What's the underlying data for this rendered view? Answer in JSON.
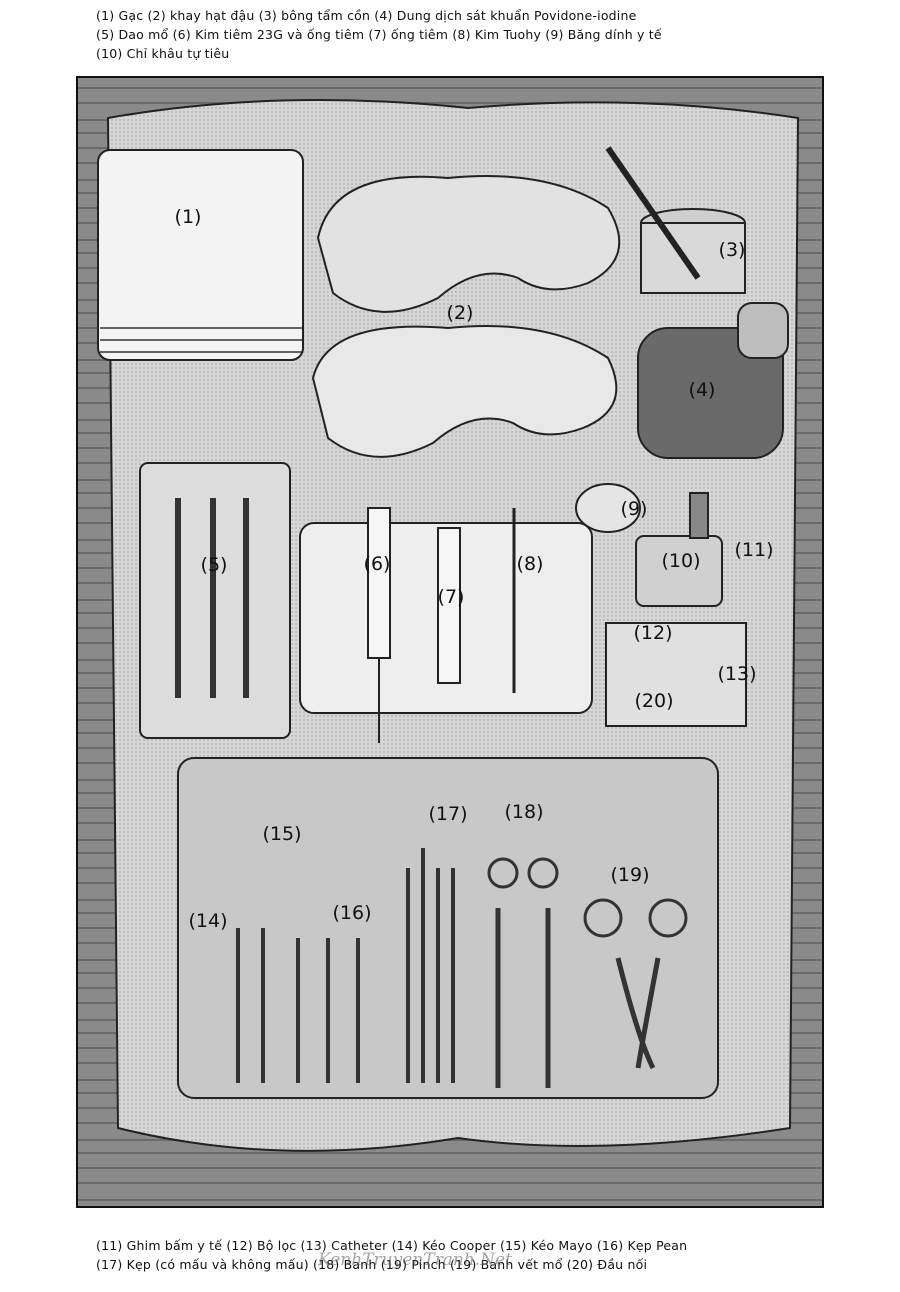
{
  "captions": {
    "top": [
      "(1) Gạc (2) khay hạt đậu (3) bông tẩm cồn (4) Dung dịch sát khuẩn Povidone-iodine",
      "(5) Dao mổ (6) Kim  tiêm 23G và ống tiêm (7) ống tiêm  (8) Kim Tuohy (9) Băng dính y tế",
      "(10) Chỉ khâu tự tiêu"
    ],
    "bottom": [
      "(11) Ghim bấm y tế (12) Bộ lọc (13) Catheter (14) Kéo Cooper (15) Kéo Mayo (16) Kẹp Pean",
      "(17) Kẹp (có mấu và không mấu) (18) Banh (19) Pinch (19) Banh vết mổ (20) Đầu nối"
    ]
  },
  "labels": {
    "l1": "(1)",
    "l2": "(2)",
    "l3": "(3)",
    "l4": "(4)",
    "l5": "(5)",
    "l6": "(6)",
    "l7": "(7)",
    "l8": "(8)",
    "l9": "(9)",
    "l10": "(10)",
    "l11": "(11)",
    "l12": "(12)",
    "l13": "(13)",
    "l14": "(14)",
    "l15": "(15)",
    "l16": "(16)",
    "l17": "(17)",
    "l18": "(18)",
    "l19": "(19)",
    "l20": "(20)"
  },
  "watermark": "KenhTruyenTranh.Net"
}
